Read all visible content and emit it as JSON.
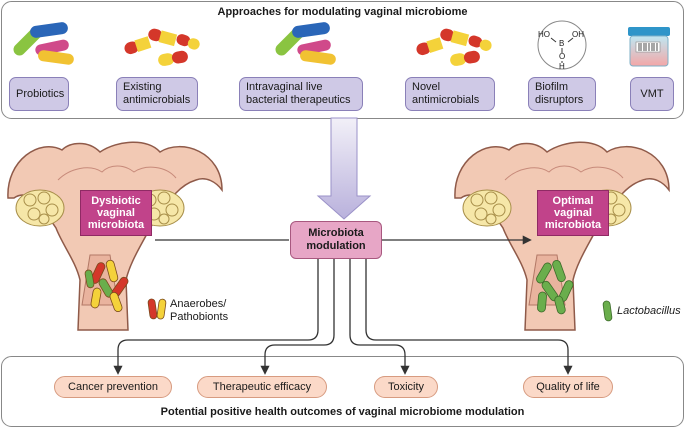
{
  "header": {
    "title": "Approaches for modulating vaginal microbiome"
  },
  "approaches": [
    {
      "label": "Probiotics"
    },
    {
      "label": "Existing antimicrobials"
    },
    {
      "label": "Intravaginal live bacterial therapeutics"
    },
    {
      "label": "Novel antimicrobials"
    },
    {
      "label": "Biofilm disruptors"
    },
    {
      "label": "VMT"
    }
  ],
  "boric_acid": {
    "atoms": [
      "HO",
      "B",
      "OH",
      "O",
      "H"
    ]
  },
  "left_state": {
    "label_lines": [
      "Dysbiotic",
      "vaginal",
      "microbiota"
    ]
  },
  "right_state": {
    "label_lines": [
      "Optimal",
      "vaginal",
      "microbiota"
    ]
  },
  "modulation": {
    "label_lines": [
      "Microbiota",
      "modulation"
    ]
  },
  "legend": {
    "anaerobes_lines": [
      "Anaerobes/",
      "Pathobionts"
    ],
    "lactobacillus": "Lactobacillus"
  },
  "outcomes": [
    {
      "label": "Cancer prevention"
    },
    {
      "label": "Therapeutic efficacy"
    },
    {
      "label": "Toxicity"
    },
    {
      "label": "Quality of life"
    }
  ],
  "footer": {
    "title": "Potential positive health outcomes of vaginal microbiome modulation"
  },
  "colors": {
    "approach_fill": "#cfc9e6",
    "outcome_fill": "#fbd9c8",
    "state_box": "#c1438a",
    "modulation_box": "#e7a6c6",
    "uterus_fill": "#f2c9b4",
    "uterus_stroke": "#8f5a49",
    "ovary_fill": "#f6e7a8",
    "anaerobe_red": "#d4372a",
    "anaerobe_yellow": "#f4d23a",
    "lactobacillus_green": "#6aae4c"
  }
}
